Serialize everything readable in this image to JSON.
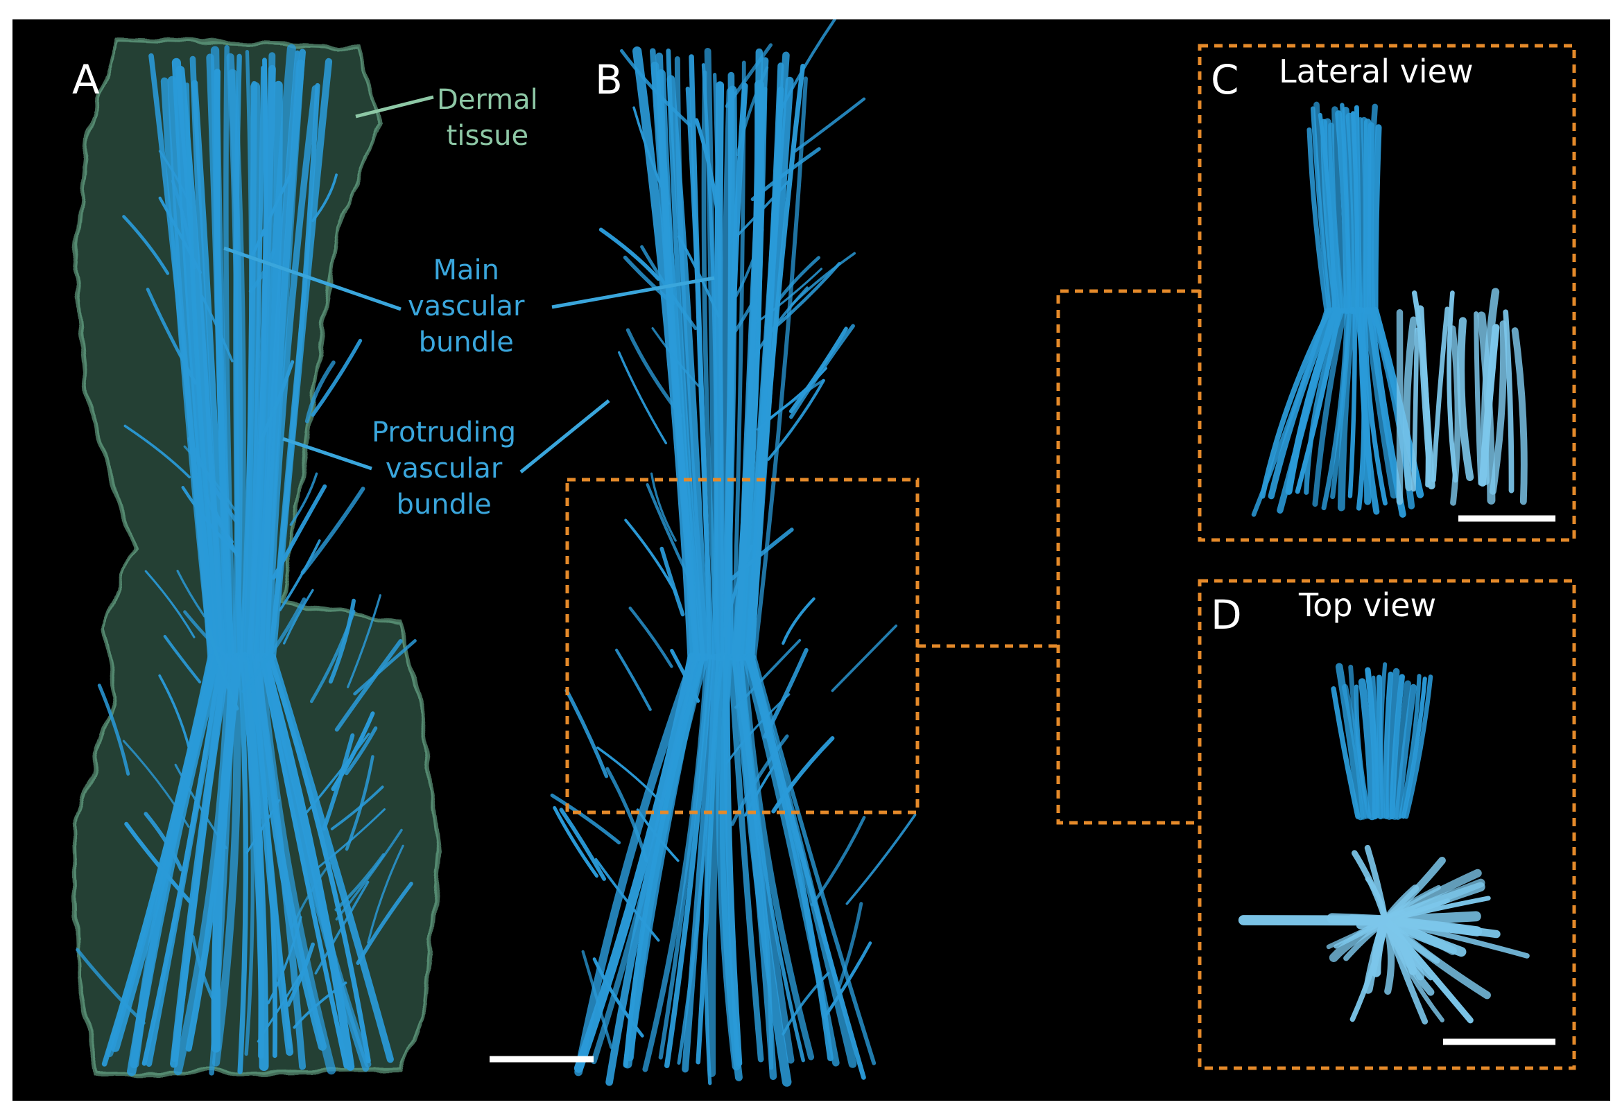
{
  "panels": {
    "a": {
      "letter": "A"
    },
    "b": {
      "letter": "B"
    },
    "c": {
      "letter": "C",
      "title": "Lateral view"
    },
    "d": {
      "letter": "D",
      "title": "Top view"
    }
  },
  "annotations": {
    "dermal": "Dermal\ntissue",
    "main": "Main\nvascular\nbundle",
    "protruding": "Protruding\nvascular\nbundle"
  },
  "colors": {
    "background": "#000000",
    "vascular": "#2a9ad8",
    "vascular_light": "#7cc6ea",
    "dermal": "#6fbf9a",
    "annotation_blue": "#3aa6dc",
    "annotation_green": "#8ec8a6",
    "dashed_box": "#e58a2a",
    "scale_bar": "#ffffff"
  }
}
